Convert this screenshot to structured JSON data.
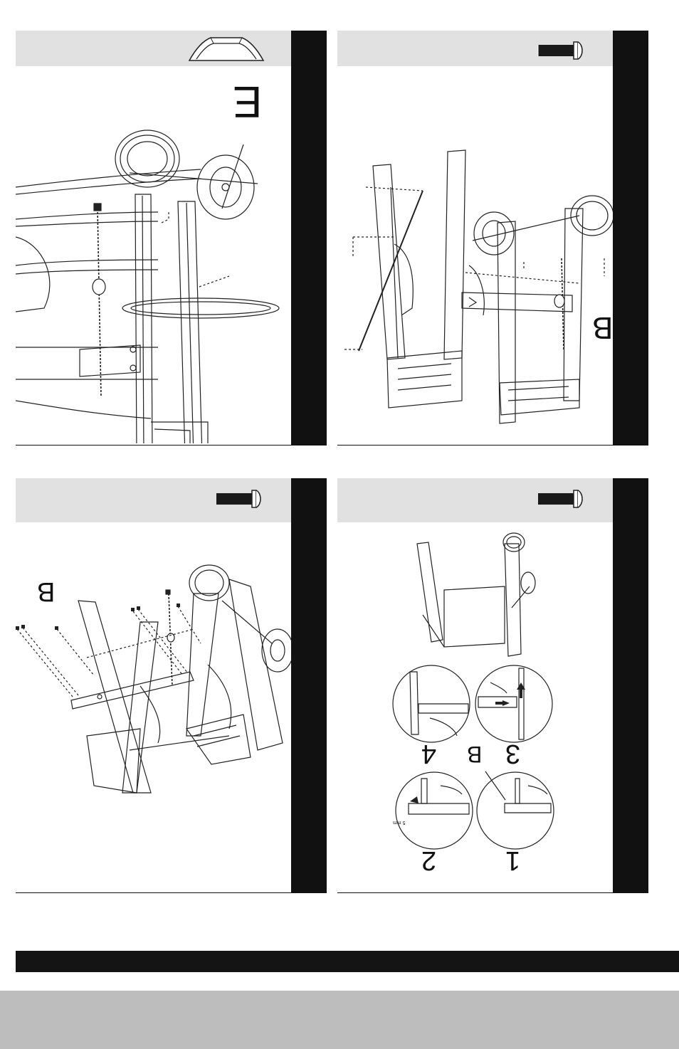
{
  "panels": {
    "top_left": {
      "part_letter": "E"
    },
    "top_right": {
      "part_letter": "B"
    },
    "bottom_left": {
      "part_letter": "B"
    },
    "bottom_right": {
      "part_letter": "B",
      "steps": [
        "1",
        "2",
        "3",
        "4"
      ],
      "dimension": "5 mm"
    }
  },
  "colors": {
    "header": "#e1e1e1",
    "sidebar": "#111111",
    "footer": "#bdbdbd"
  },
  "icons": [
    "handle-icon",
    "bolt-icon",
    "bolt-icon",
    "bolt-icon"
  ]
}
